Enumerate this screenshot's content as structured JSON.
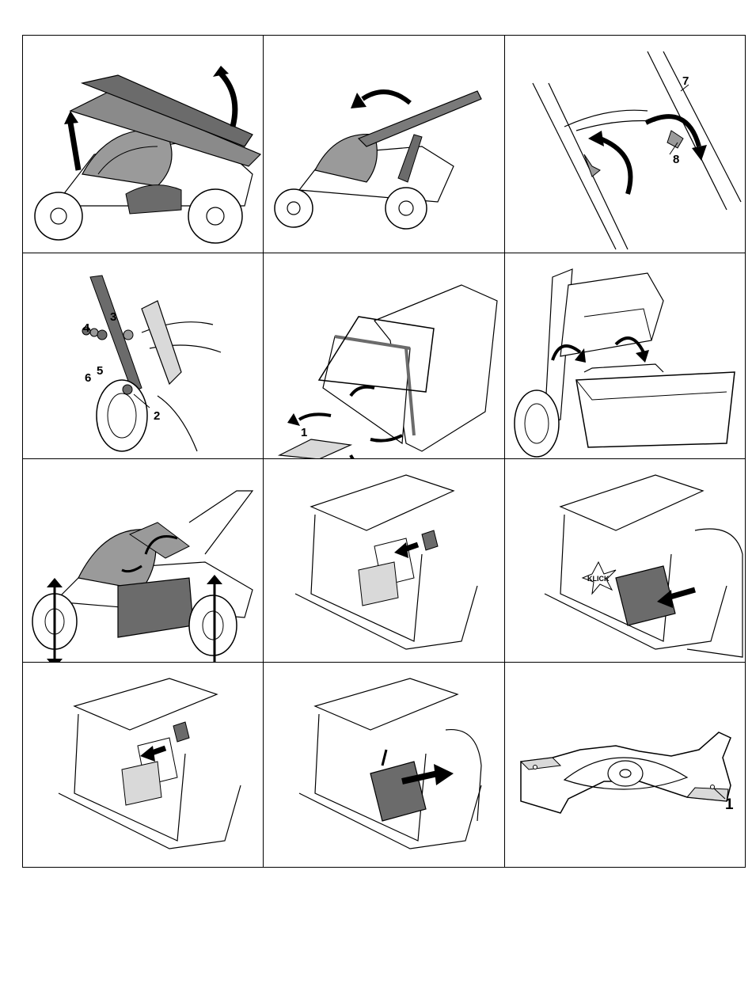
{
  "panels": {
    "p3": {
      "label_7": "7",
      "label_8": "8"
    },
    "p4": {
      "label_2": "2",
      "label_3": "3",
      "label_4": "4",
      "label_5": "5",
      "label_6": "6"
    },
    "p5": {
      "label_1": "1"
    },
    "p9": {
      "klick": "KLICK"
    },
    "p12": {
      "label_1": "1"
    }
  },
  "colors": {
    "line": "#000000",
    "fill_dark": "#6b6b6b",
    "fill_mid": "#9a9a9a",
    "fill_light": "#d9d9d9",
    "paper": "#ffffff"
  }
}
